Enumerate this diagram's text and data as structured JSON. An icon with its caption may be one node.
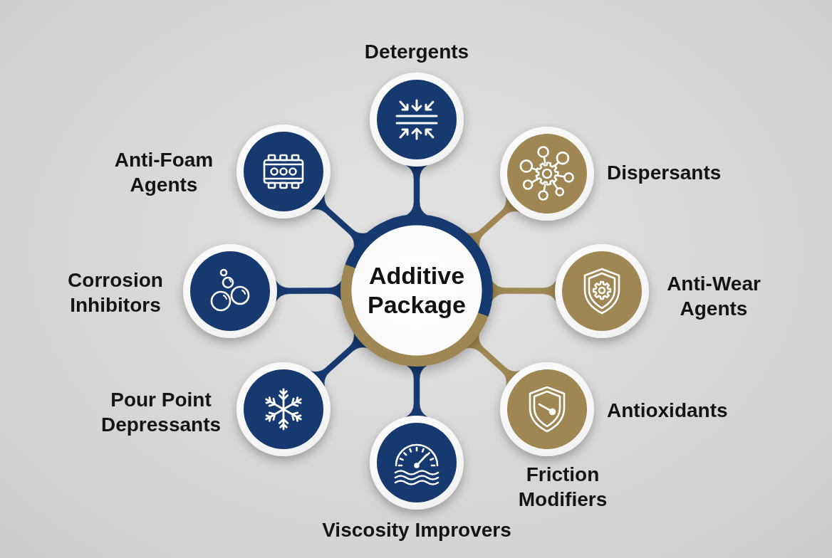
{
  "diagram": {
    "nodes": [
      {
        "text": [
          "Additive Package"
        ]
      },
      {
        "text": [
          "Detergents"
        ]
      },
      {
        "text": [
          "Dispersants"
        ]
      },
      {
        "text": [
          "Anti-Wear Agents"
        ]
      },
      {
        "text": [
          "Antioxidants"
        ]
      },
      {
        "text": [
          "Viscosity Improvers"
        ]
      },
      {
        "text": [
          "Pour Point Depressants"
        ]
      },
      {
        "text": [
          "Corrosion Inhibitors"
        ]
      },
      {
        "text": [
          "Anti-Foam Agents"
        ]
      }
    ],
    "edges": [
      {
        "from": 0,
        "to": 1,
        "arrow": "none"
      },
      {
        "from": 0,
        "to": 2,
        "arrow": "none",
        "color": "#9e8753"
      },
      {
        "from": 0,
        "to": 3,
        "arrow": "none",
        "color": "#9e8753"
      },
      {
        "from": 0,
        "to": 4,
        "arrow": "none",
        "color": "#9e8753"
      },
      {
        "from": 0,
        "to": 5,
        "arrow": "none"
      },
      {
        "from": 0,
        "to": 6,
        "arrow": "none"
      },
      {
        "from": 0,
        "to": 7,
        "arrow": "none"
      },
      {
        "from": 0,
        "to": 8,
        "arrow": "none"
      }
    ],
    "labels": [
      "Friction Modifiers"
    ]
  }
}
